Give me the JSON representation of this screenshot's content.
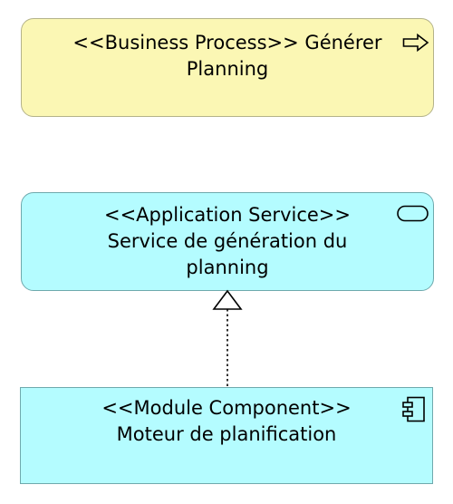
{
  "diagram": {
    "business_process": {
      "stereotype_and_name_line1": "<<Business Process>> Générer",
      "name_line2": "Planning",
      "fill": "#fbf7b4",
      "icon": "process-arrow-icon"
    },
    "application_service": {
      "stereotype": "<<Application Service>>",
      "name_line1": "Service de génération du",
      "name_line2": "planning",
      "fill": "#b4fcff",
      "icon": "service-pill-icon"
    },
    "module_component": {
      "stereotype": "<<Module Component>>",
      "name": "Moteur de planification",
      "fill": "#b4fcff",
      "icon": "component-icon"
    },
    "relationships": [
      {
        "type": "realization",
        "from": "module_component",
        "to": "application_service",
        "style": "dotted line with hollow triangle"
      }
    ]
  }
}
